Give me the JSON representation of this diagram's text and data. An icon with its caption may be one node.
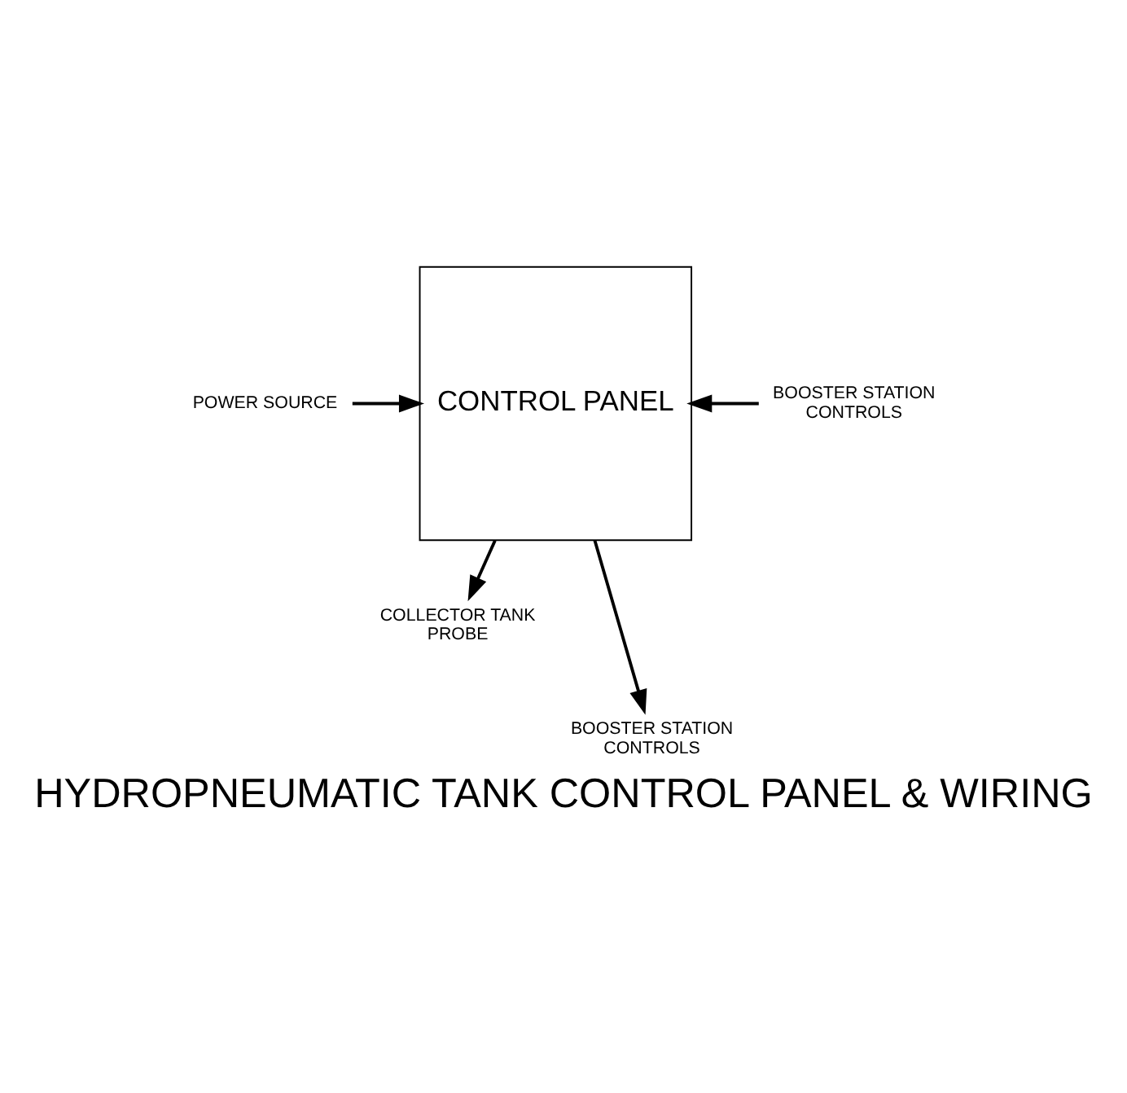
{
  "diagram": {
    "title": "HYDROPNEUMATIC TANK CONTROL PANEL & WIRING",
    "nodes": [
      {
        "text": [
          "CONTROL PANEL"
        ]
      },
      {
        "text": [
          "POWER SOURCE"
        ]
      },
      {
        "text": [
          "BOOSTER STATION CONTROLS"
        ]
      },
      {
        "text": [
          "COLLECTOR TANK PROBE"
        ]
      },
      {
        "text": [
          "BOOSTER STATION CONTROLS"
        ]
      }
    ],
    "edges": [
      {
        "from": 1,
        "to": 0,
        "arrow": "to"
      },
      {
        "from": 2,
        "to": 0,
        "arrow": "to"
      },
      {
        "from": 0,
        "to": 3,
        "arrow": "to"
      },
      {
        "from": 0,
        "to": 4,
        "arrow": "to"
      }
    ]
  }
}
